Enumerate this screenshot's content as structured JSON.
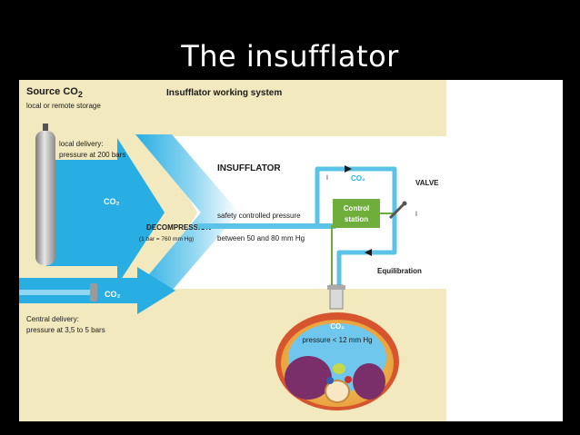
{
  "slide": {
    "title": "The insufflator"
  },
  "diagram": {
    "source_heading": "Source CO",
    "source_heading_sub": "2",
    "source_storage": "local or remote storage",
    "system_title": "Insufflator working system",
    "local_delivery_line1": "local delivery:",
    "local_delivery_line2": "pressure at 200 bars",
    "co2_upper": "CO₂",
    "co2_lower": "CO₂",
    "central_delivery_line1": "Central delivery:",
    "central_delivery_line2": "pressure at 3,5 to 5 bars",
    "decompression_label": "DECOMPRESSION",
    "decompression_note": "(1 bar = 760 mm Hg)",
    "insufflator_label": "INSUFFLATOR",
    "pressure_line1": "safety controlled pressure",
    "pressure_line2": "between 50 and 80 mm Hg",
    "loop_co2": "CO₂",
    "control_line1": "Control",
    "control_line2": "station",
    "valve_label": "VALVE",
    "equilibration_label": "Equilibration",
    "abdomen_co2": "CO₂",
    "abdomen_pressure": "pressure < 12 mm Hg"
  },
  "colors": {
    "background": "#000000",
    "figure_bg": "#f3e9bf",
    "arrow_blue": "#29aee3",
    "pipe_blue": "#5bc3e8",
    "control_green": "#6fae3a",
    "text_dark": "#1a1a1a"
  }
}
